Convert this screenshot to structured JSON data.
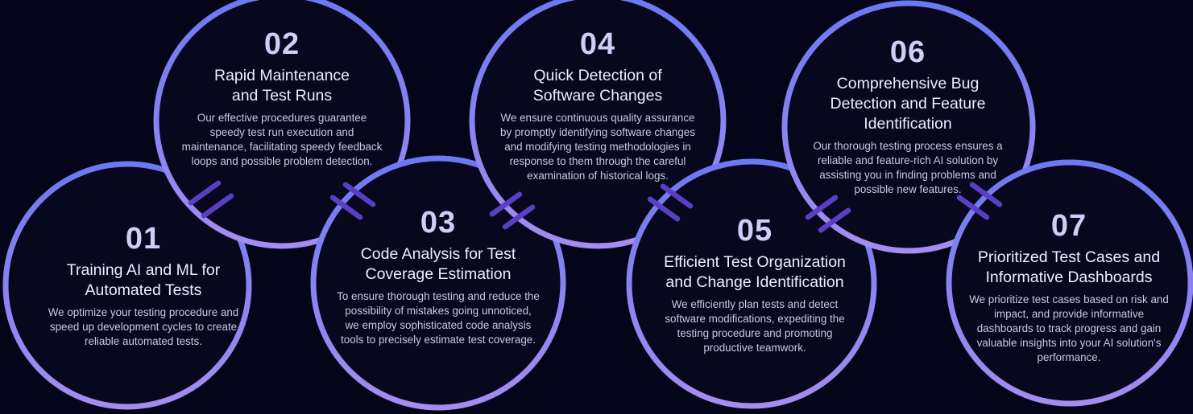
{
  "colors": {
    "background": "#05051a",
    "ring_top": "#6b79f2",
    "ring_bottom": "#a58cf0",
    "circle_fill": "#07071d",
    "link_mark": "#5a3fc4"
  },
  "link_icon": "double-slash-link-icon",
  "steps": [
    {
      "number": "01",
      "title": "Training AI and ML for Automated Tests",
      "description": "We optimize your testing procedure and speed up development cycles to create reliable automated tests."
    },
    {
      "number": "02",
      "title": "Rapid Maintenance and Test Runs",
      "description": "Our effective procedures guarantee speedy test run execution and maintenance, facilitating speedy feedback loops and possible problem detection."
    },
    {
      "number": "03",
      "title": "Code Analysis for Test Coverage Estimation",
      "description": "To ensure thorough testing and reduce the possibility of mistakes going unnoticed, we employ sophisticated code analysis tools to precisely estimate test coverage."
    },
    {
      "number": "04",
      "title": "Quick Detection of Software Changes",
      "description": "We ensure continuous quality assurance by promptly identifying software changes and modifying testing methodologies in response to them through the careful examination of historical logs."
    },
    {
      "number": "05",
      "title": "Efficient Test Organization and Change Identification",
      "description": "We efficiently plan tests and detect software modifications, expediting the testing procedure and promoting productive teamwork."
    },
    {
      "number": "06",
      "title": "Comprehensive Bug Detection and Feature Identification",
      "description": "Our thorough testing process ensures a reliable and feature-rich AI solution by assisting you in finding problems and possible new features."
    },
    {
      "number": "07",
      "title": "Prioritized Test Cases and Informative Dashboards",
      "description": "We prioritize test cases based on risk and impact, and provide informative dashboards to track progress and gain valuable insights into your AI solution's performance."
    }
  ]
}
